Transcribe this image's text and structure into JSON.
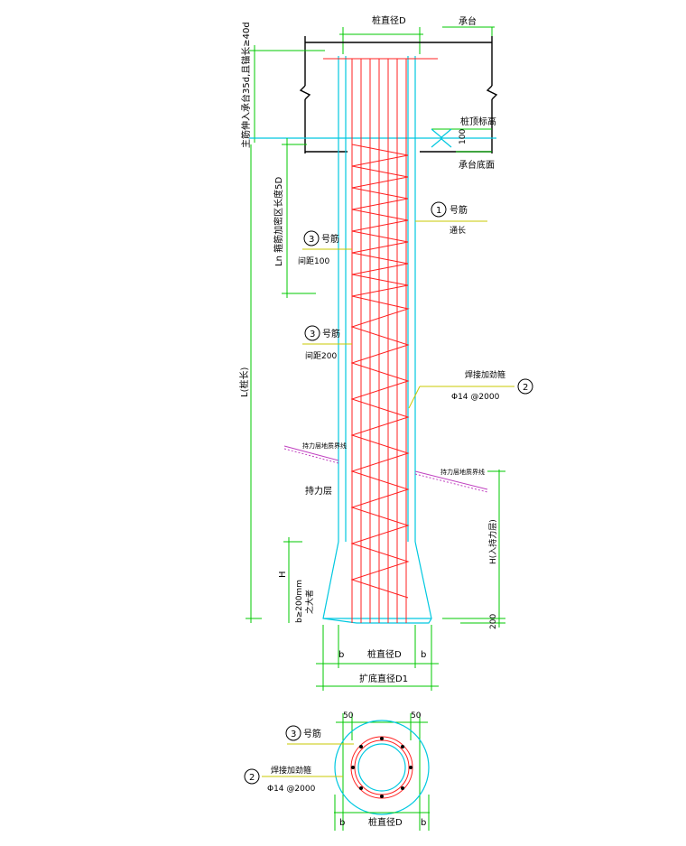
{
  "labels": {
    "pile_diameter_top": "桩直径D",
    "cap": "承台",
    "anchor_length": "主筋伸入承台35d,且锚长≥40d",
    "pile_top_elev": "桩顶标高",
    "cap_embed": "100",
    "cap_bottom": "承台底面",
    "dense_length": "Ln 箍筋加密区长度5D",
    "pile_length": "L(桩长)",
    "rebar1_no": "1",
    "rebar1_name": "号筋",
    "rebar1_note": "通长",
    "rebar3a_no": "3",
    "rebar3a_name": "号筋",
    "rebar3a_spacing": "间距100",
    "rebar3b_no": "3",
    "rebar3b_name": "号筋",
    "rebar3b_spacing": "间距200",
    "rebar2_name": "焊接加劲箍",
    "rebar2_spec": "Φ14 @2000",
    "rebar2_no": "2",
    "soil_left": "持力层地质界线",
    "soil_right": "持力层地质界线",
    "bearing_layer": "持力层",
    "bell_h": "H",
    "bell_min": "b≥200mm",
    "bell_min2": "之大者",
    "bell_embed": "H(入持力层)",
    "bottom_200": "200",
    "dim_b_left": "b",
    "dim_d_bottom": "桩直径D",
    "dim_b_right": "b",
    "dim_d1": "扩底直径D1",
    "sec_50_left": "50",
    "sec_50_right": "50",
    "sec_rebar3_no": "3",
    "sec_rebar3_name": "号筋",
    "sec_rebar2_no": "2",
    "sec_rebar2_name": "焊接加劲箍",
    "sec_rebar2_spec": "Φ14 @2000",
    "sec_b_left": "b",
    "sec_d": "桩直径D",
    "sec_b_right": "b"
  },
  "colors": {
    "dimension": "#00c800",
    "outline": "#00c8e0",
    "rebar": "#ff2020",
    "leader": "#c8c800",
    "soil": "#c040c0"
  }
}
